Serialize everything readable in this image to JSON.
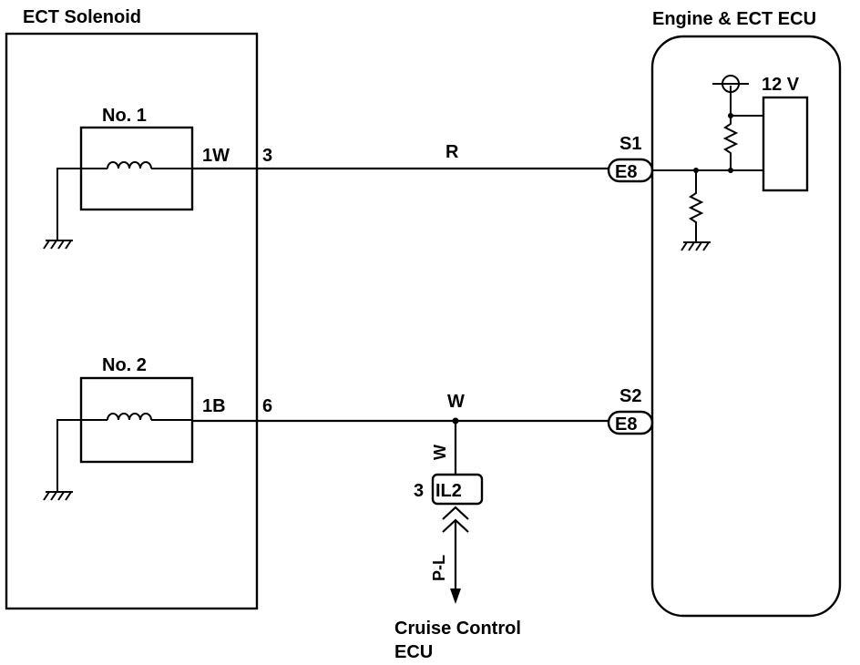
{
  "solenoid_box": {
    "title": "ECT Solenoid",
    "coil1": {
      "name": "No. 1",
      "wire": "1W",
      "pin": "3"
    },
    "coil2": {
      "name": "No. 2",
      "wire": "1B",
      "pin": "6"
    }
  },
  "ecu_box": {
    "title": "Engine & ECT ECU",
    "supply": "12 V",
    "s1": {
      "label": "S1",
      "connector": "E8"
    },
    "s2": {
      "label": "S2",
      "connector": "E8"
    }
  },
  "wires": {
    "top_color": "R",
    "bottom_color": "W",
    "branch_color": "W",
    "cruise_color": "P-L"
  },
  "junction": {
    "pin": "3",
    "connector": "IL2"
  },
  "cruise_ecu": {
    "line1": "Cruise Control",
    "line2": "ECU"
  }
}
